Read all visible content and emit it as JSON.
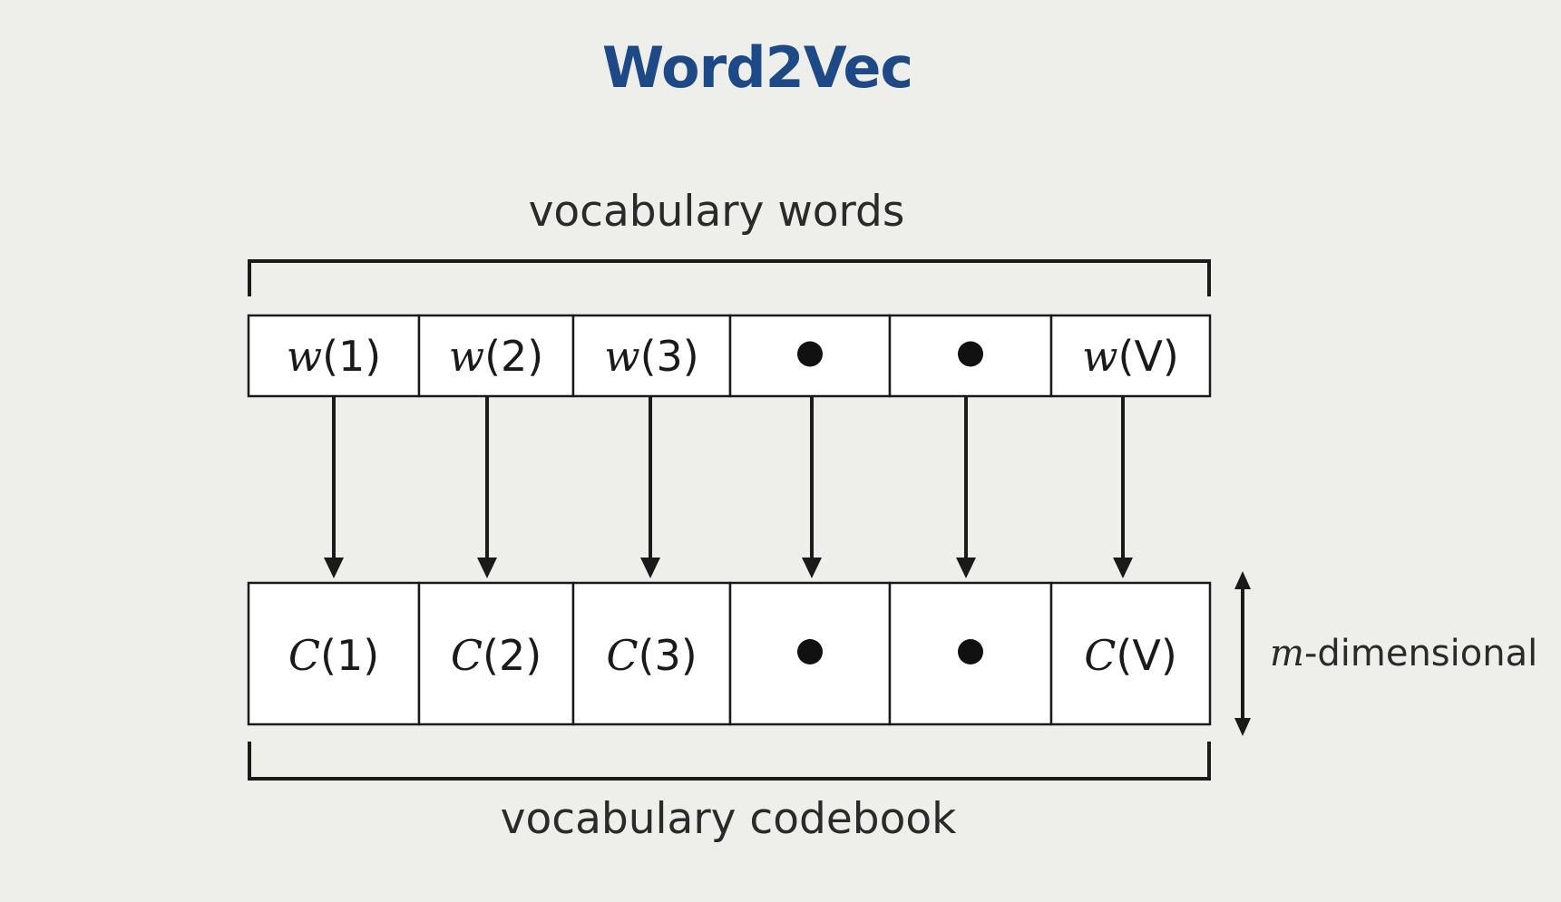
{
  "title": "Word2Vec",
  "top_label": "vocabulary words",
  "bottom_label": "vocabulary codebook",
  "dimension_label": {
    "variable": "m",
    "suffix": "-dimensional"
  },
  "words": [
    {
      "kind": "text",
      "symbol": "w",
      "index": "(1)"
    },
    {
      "kind": "text",
      "symbol": "w",
      "index": "(2)"
    },
    {
      "kind": "text",
      "symbol": "w",
      "index": "(3)"
    },
    {
      "kind": "dot"
    },
    {
      "kind": "dot"
    },
    {
      "kind": "text",
      "symbol": "w",
      "index": "(V)"
    }
  ],
  "codebook": [
    {
      "kind": "text",
      "symbol": "C",
      "index": "(1)"
    },
    {
      "kind": "text",
      "symbol": "C",
      "index": "(2)"
    },
    {
      "kind": "text",
      "symbol": "C",
      "index": "(3)"
    },
    {
      "kind": "dot"
    },
    {
      "kind": "dot"
    },
    {
      "kind": "text",
      "symbol": "C",
      "index": "(V)"
    }
  ]
}
